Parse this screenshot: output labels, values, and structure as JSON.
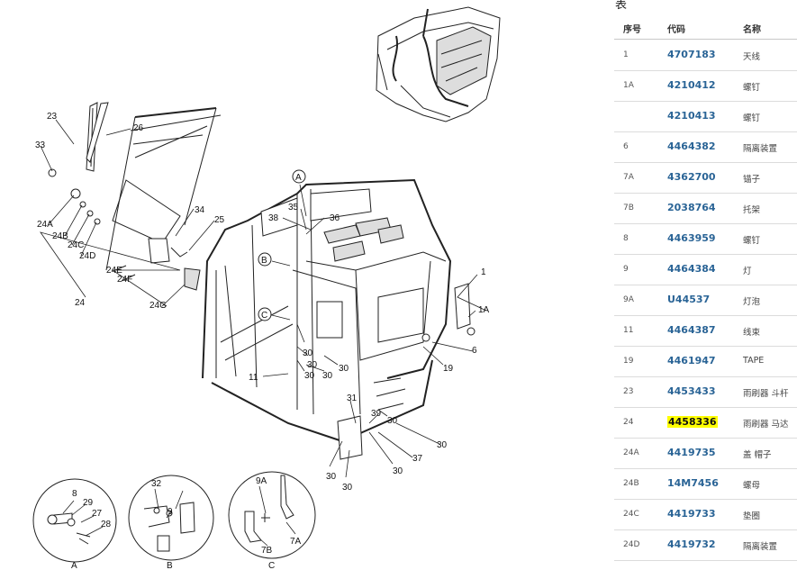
{
  "diagram": {
    "callouts": [
      "23",
      "26",
      "33",
      "24A",
      "24B",
      "24C",
      "24D",
      "24E",
      "24F",
      "24",
      "24G",
      "34",
      "25",
      "A",
      "35",
      "38",
      "36",
      "B",
      "C",
      "1",
      "1A",
      "6",
      "19",
      "11",
      "30",
      "31",
      "39",
      "37",
      "8",
      "29",
      "27",
      "28",
      "32",
      "9",
      "9A",
      "7B",
      "7A"
    ],
    "detail_labels": [
      "A",
      "B",
      "C"
    ]
  },
  "parts_table": {
    "caption": "表",
    "headers": [
      "序号",
      "代码",
      "名称"
    ],
    "rows": [
      {
        "no": "1",
        "code": "4707183",
        "name": "天线"
      },
      {
        "no": "1A",
        "code": "4210412",
        "name": "螺钉"
      },
      {
        "no": "",
        "code": "4210413",
        "name": "螺钉"
      },
      {
        "no": "6",
        "code": "4464382",
        "name": "隔离装置"
      },
      {
        "no": "7A",
        "code": "4362700",
        "name": "锚子"
      },
      {
        "no": "7B",
        "code": "2038764",
        "name": "托架"
      },
      {
        "no": "8",
        "code": "4463959",
        "name": "螺钉"
      },
      {
        "no": "9",
        "code": "4464384",
        "name": "灯"
      },
      {
        "no": "9A",
        "code": "U44537",
        "name": "灯泡"
      },
      {
        "no": "11",
        "code": "4464387",
        "name": "线束"
      },
      {
        "no": "19",
        "code": "4461947",
        "name": "TAPE"
      },
      {
        "no": "23",
        "code": "4453433",
        "name": "雨刷器 斗杆"
      },
      {
        "no": "24",
        "code": "4458336",
        "name": "雨刷器 马达",
        "highlight": true
      },
      {
        "no": "24A",
        "code": "4419735",
        "name": "盖 帽子"
      },
      {
        "no": "24B",
        "code": "14M7456",
        "name": "螺母"
      },
      {
        "no": "24C",
        "code": "4419733",
        "name": "垫圈"
      },
      {
        "no": "24D",
        "code": "4419732",
        "name": "隔离装置"
      }
    ]
  }
}
